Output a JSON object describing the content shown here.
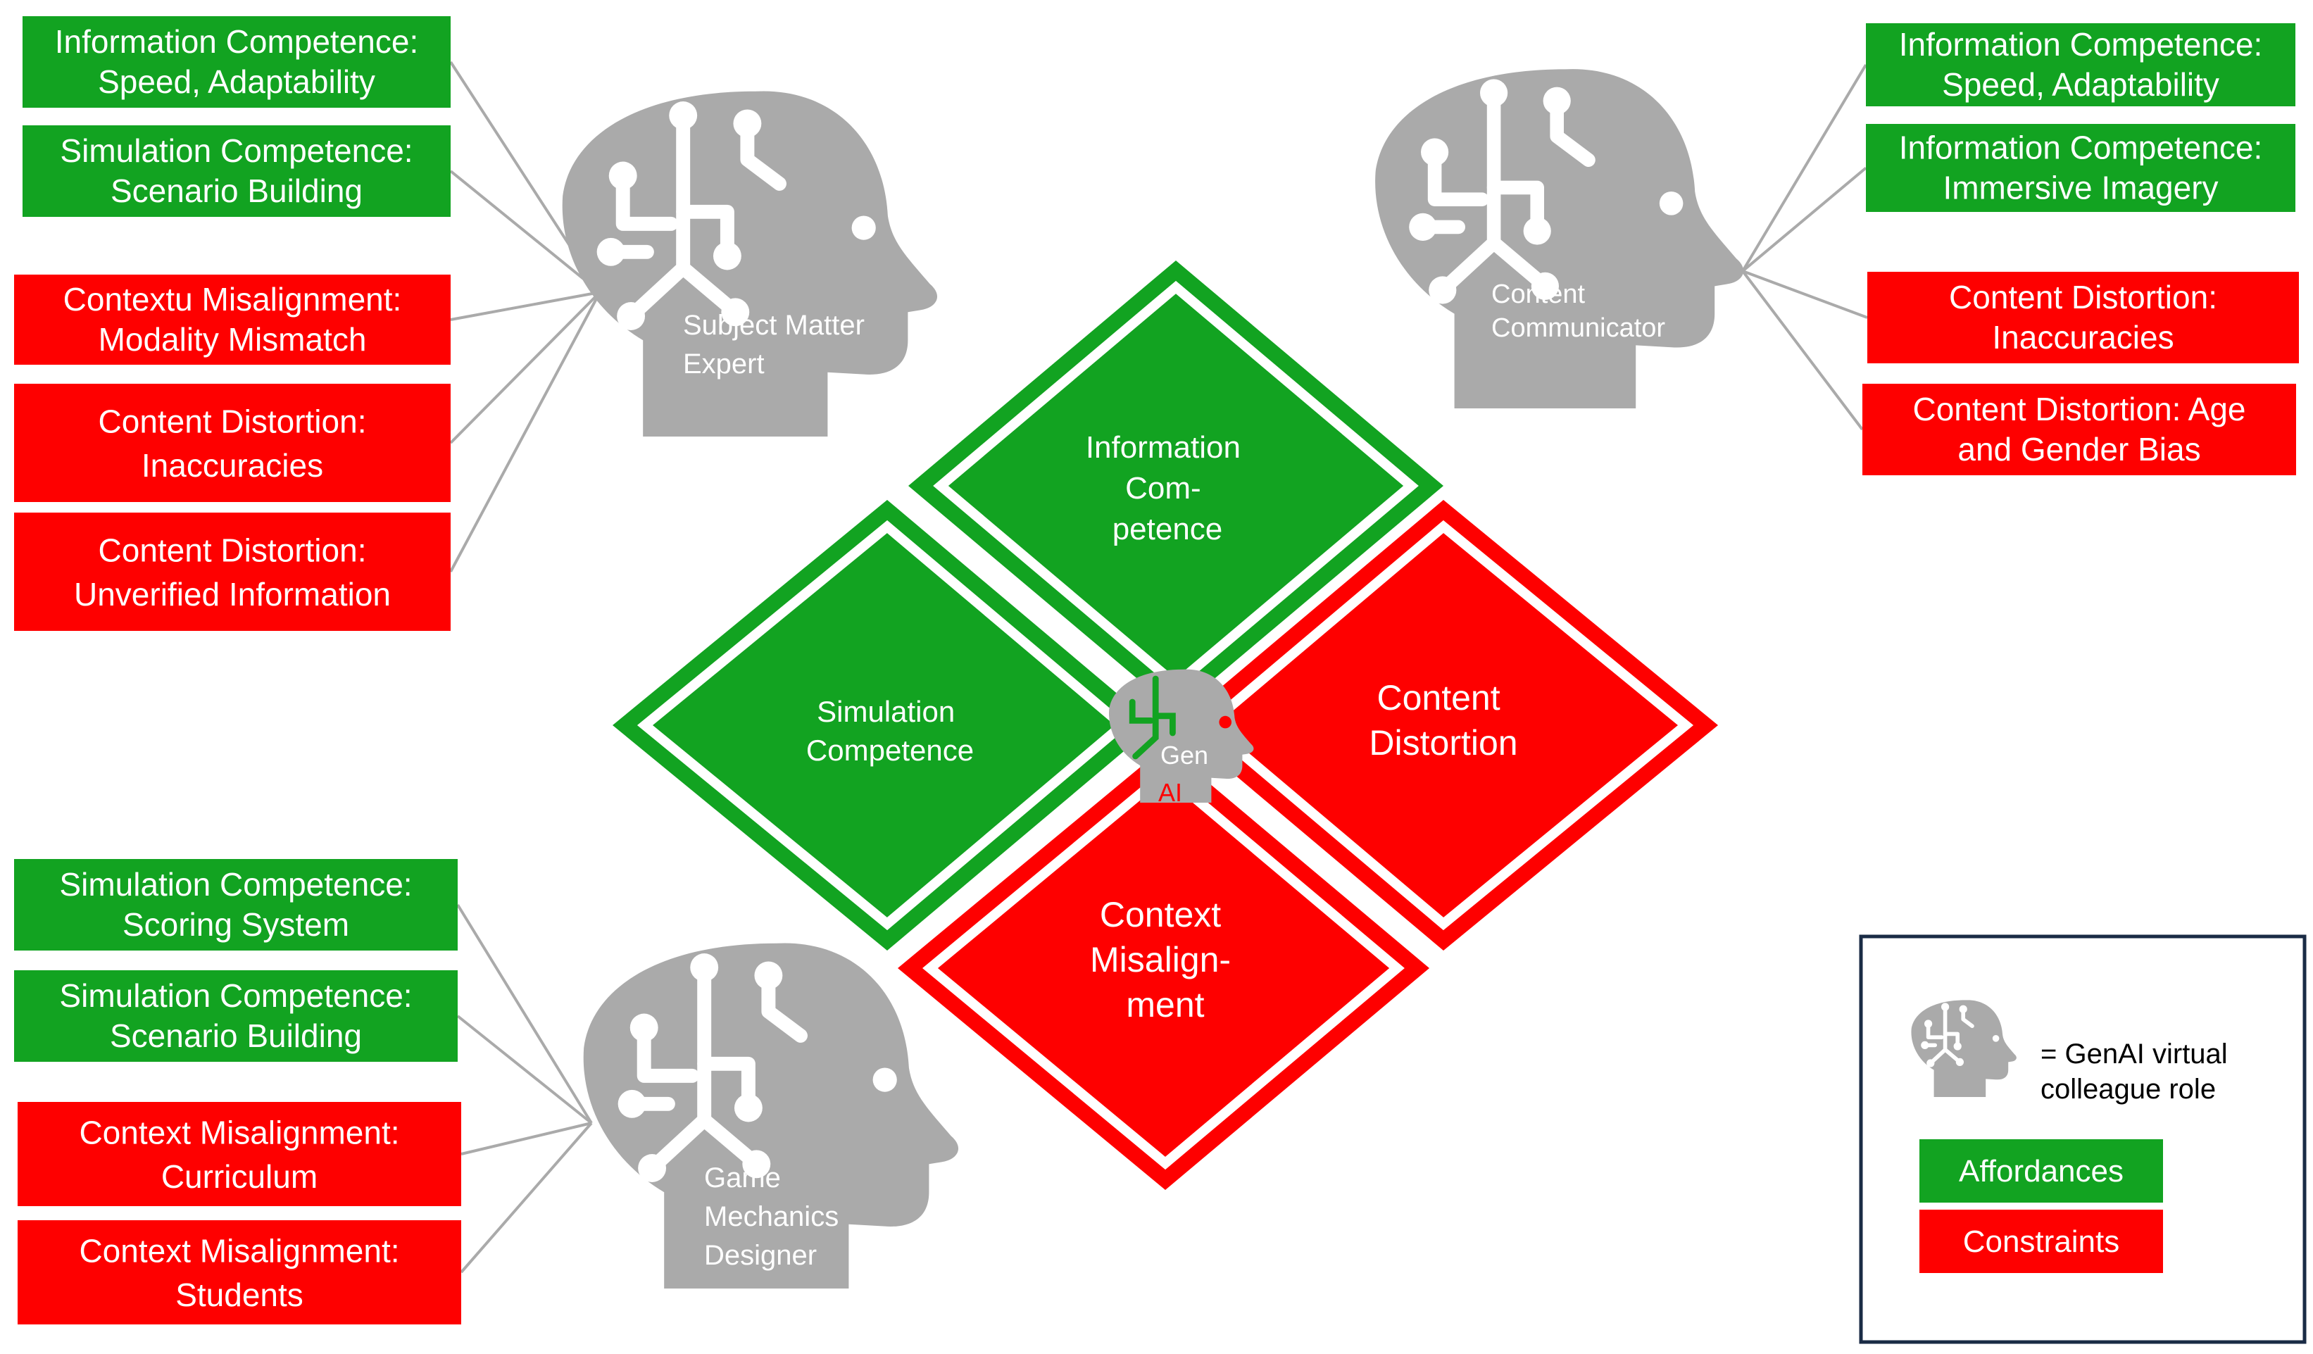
{
  "colors": {
    "affordance": "#12a321",
    "constraint": "#fe0000",
    "head": "#aaaaaa",
    "line": "#aaaaaa"
  },
  "roles": {
    "subject_matter_expert": {
      "name": [
        "Subject Matter",
        "Expert"
      ],
      "labels": [
        {
          "type": "affordance",
          "lines": [
            "Information Competence:",
            "Speed, Adaptability"
          ]
        },
        {
          "type": "affordance",
          "lines": [
            "Simulation Competence:",
            "Scenario Building"
          ]
        },
        {
          "type": "constraint",
          "lines": [
            "Contextu Misalignment:",
            "Modality Mismatch"
          ]
        },
        {
          "type": "constraint",
          "lines": [
            "Content Distortion:",
            "Inaccuracies"
          ]
        },
        {
          "type": "constraint",
          "lines": [
            "Content Distortion:",
            "Unverified Information"
          ]
        }
      ]
    },
    "content_communicator": {
      "name": [
        "Content",
        "Communicator"
      ],
      "labels": [
        {
          "type": "affordance",
          "lines": [
            "Information Competence:",
            "Speed, Adaptability"
          ]
        },
        {
          "type": "affordance",
          "lines": [
            "Information Competence:",
            "Immersive Imagery"
          ]
        },
        {
          "type": "constraint",
          "lines": [
            "Content Distortion:",
            "Inaccuracies"
          ]
        },
        {
          "type": "constraint",
          "lines": [
            "Content Distortion: Age",
            "and Gender Bias"
          ]
        }
      ]
    },
    "game_mechanics_designer": {
      "name": [
        "Game",
        "Mechanics",
        "Designer"
      ],
      "labels": [
        {
          "type": "affordance",
          "lines": [
            "Simulation Competence:",
            "Scoring System"
          ]
        },
        {
          "type": "affordance",
          "lines": [
            "Simulation Competence:",
            "Scenario Building"
          ]
        },
        {
          "type": "constraint",
          "lines": [
            "Context Misalignment:",
            "Curriculum"
          ]
        },
        {
          "type": "constraint",
          "lines": [
            "Context Misalignment:",
            "Students"
          ]
        }
      ]
    }
  },
  "quadrants": {
    "top": [
      "Information",
      "Com-",
      "petence"
    ],
    "left": [
      "Simulation",
      "Competence"
    ],
    "right": [
      "Content",
      "Distortion"
    ],
    "bottom": [
      "Context",
      "Misalign-",
      "ment"
    ]
  },
  "center": {
    "line1": "Gen",
    "line2": "AI"
  },
  "legend": {
    "role_text": [
      "= GenAI virtual",
      "colleague role"
    ],
    "affordances": "Affordances",
    "constraints": "Constraints"
  }
}
